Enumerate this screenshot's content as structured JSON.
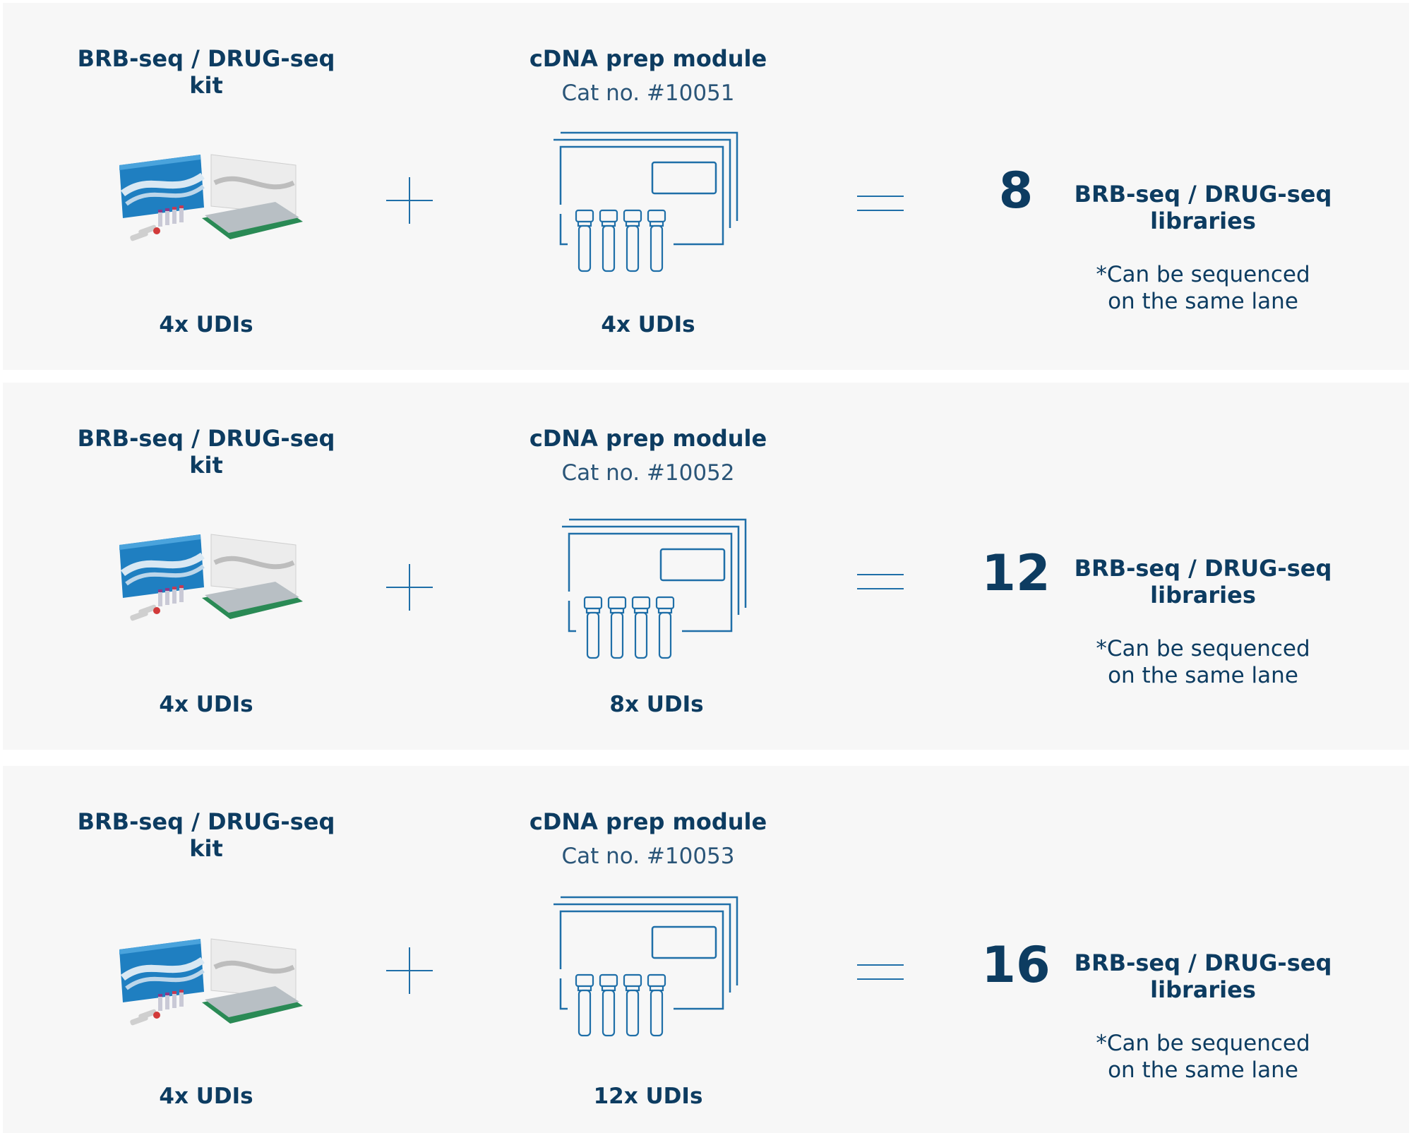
{
  "colors": {
    "panel_bg": "#f7f7f7",
    "navy": "#0d3c61",
    "line_blue": "#1f6fa8",
    "kit_blue": "#1f7fc1",
    "kit_green": "#1f7f4e"
  },
  "icons": [
    "plus-icon",
    "equals-icon",
    "kit-product-image",
    "cdna-module-icon",
    "tube-icon"
  ],
  "rows": [
    {
      "kit_title_line1": "BRB-seq / DRUG-seq",
      "kit_title_line2": "kit",
      "kit_udis": "4x UDIs",
      "module_title": "cDNA prep module",
      "module_cat": "Cat no. #10051",
      "module_udis": "4x UDIs",
      "result_number": "8",
      "result_line1": "BRB-seq / DRUG-seq",
      "result_line2": "libraries",
      "note_line1": "*Can be sequenced",
      "note_line2": "on the same lane"
    },
    {
      "kit_title_line1": "BRB-seq / DRUG-seq",
      "kit_title_line2": "kit",
      "kit_udis": "4x UDIs",
      "module_title": "cDNA prep module",
      "module_cat": "Cat no. #10052",
      "module_udis": "8x UDIs",
      "result_number": "12",
      "result_line1": "BRB-seq / DRUG-seq",
      "result_line2": "libraries",
      "note_line1": "*Can be sequenced",
      "note_line2": "on the same lane"
    },
    {
      "kit_title_line1": "BRB-seq / DRUG-seq",
      "kit_title_line2": "kit",
      "kit_udis": "4x UDIs",
      "module_title": "cDNA prep module",
      "module_cat": "Cat no. #10053",
      "module_udis": "12x UDIs",
      "result_number": "16",
      "result_line1": "BRB-seq / DRUG-seq",
      "result_line2": "libraries",
      "note_line1": "*Can be sequenced",
      "note_line2": "on the same lane"
    }
  ]
}
